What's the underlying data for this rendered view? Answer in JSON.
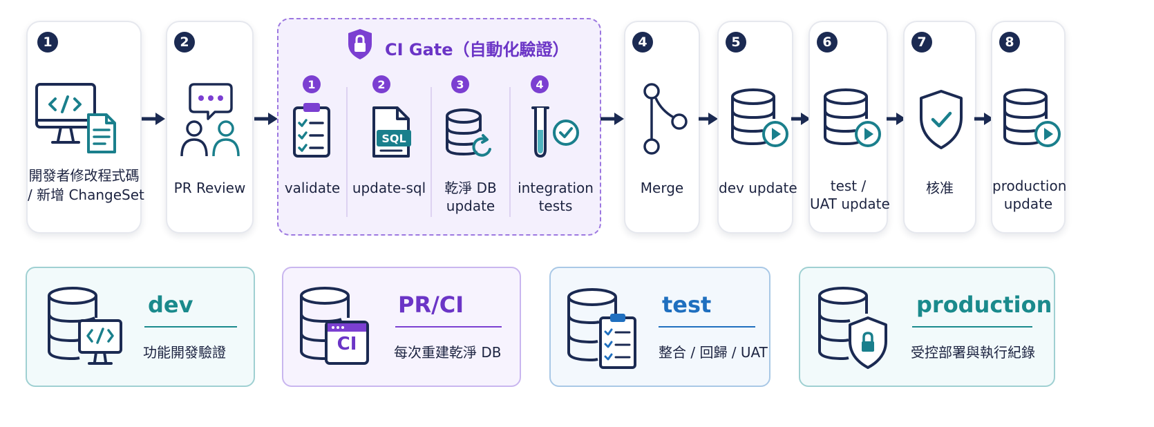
{
  "pipeline": {
    "steps": [
      {
        "number": "1",
        "label_line1": "開發者修改程式碼",
        "label_line2": "/ 新增 ChangeSet",
        "icon": "monitor-code-document-icon"
      },
      {
        "number": "2",
        "label_line1": "PR Review",
        "icon": "people-chat-icon"
      },
      {
        "number": "4",
        "label_line1": "Merge",
        "icon": "git-merge-icon"
      },
      {
        "number": "5",
        "label_line1": "dev update",
        "icon": "database-play-icon"
      },
      {
        "number": "6",
        "label_line1": "test /",
        "label_line2": "UAT update",
        "icon": "database-play-icon"
      },
      {
        "number": "7",
        "label_line1": "核准",
        "icon": "shield-check-icon"
      },
      {
        "number": "8",
        "label_line1": "production",
        "label_line2": "update",
        "icon": "database-play-icon"
      }
    ],
    "ci_gate": {
      "title": "CI Gate（自動化驗證）",
      "icon": "shield-lock-icon",
      "substeps": [
        {
          "number": "1",
          "label_line1": "validate",
          "icon": "clipboard-checklist-icon"
        },
        {
          "number": "2",
          "label_line1": "update-sql",
          "icon": "sql-file-icon",
          "file_text": "SQL"
        },
        {
          "number": "3",
          "label_line1": "乾淨 DB",
          "label_line2": "update",
          "icon": "database-refresh-icon"
        },
        {
          "number": "4",
          "label_line1": "integration",
          "label_line2": "tests",
          "icon": "test-tube-check-icon"
        }
      ]
    }
  },
  "environments": [
    {
      "name": "dev",
      "description": "功能開發驗證",
      "color": "#1a8a8c",
      "icon": "database-monitor-code-icon"
    },
    {
      "name": "PR/CI",
      "description": "每次重建乾淨 DB",
      "color": "#6b35c6",
      "icon": "database-ci-window-icon",
      "icon_text": "CI"
    },
    {
      "name": "test",
      "description": "整合 / 回歸 / UAT",
      "color": "#1f6fbf",
      "icon": "database-clipboard-icon"
    },
    {
      "name": "production",
      "description": "受控部署與執行紀錄",
      "color": "#1a8a8c",
      "icon": "database-shield-lock-icon"
    }
  ],
  "colors": {
    "navy": "#1b2a52",
    "teal": "#1a7f8c",
    "purple": "#7b3fd1",
    "gate_background": "#f4f0fd",
    "gate_border": "#9c77e0"
  }
}
